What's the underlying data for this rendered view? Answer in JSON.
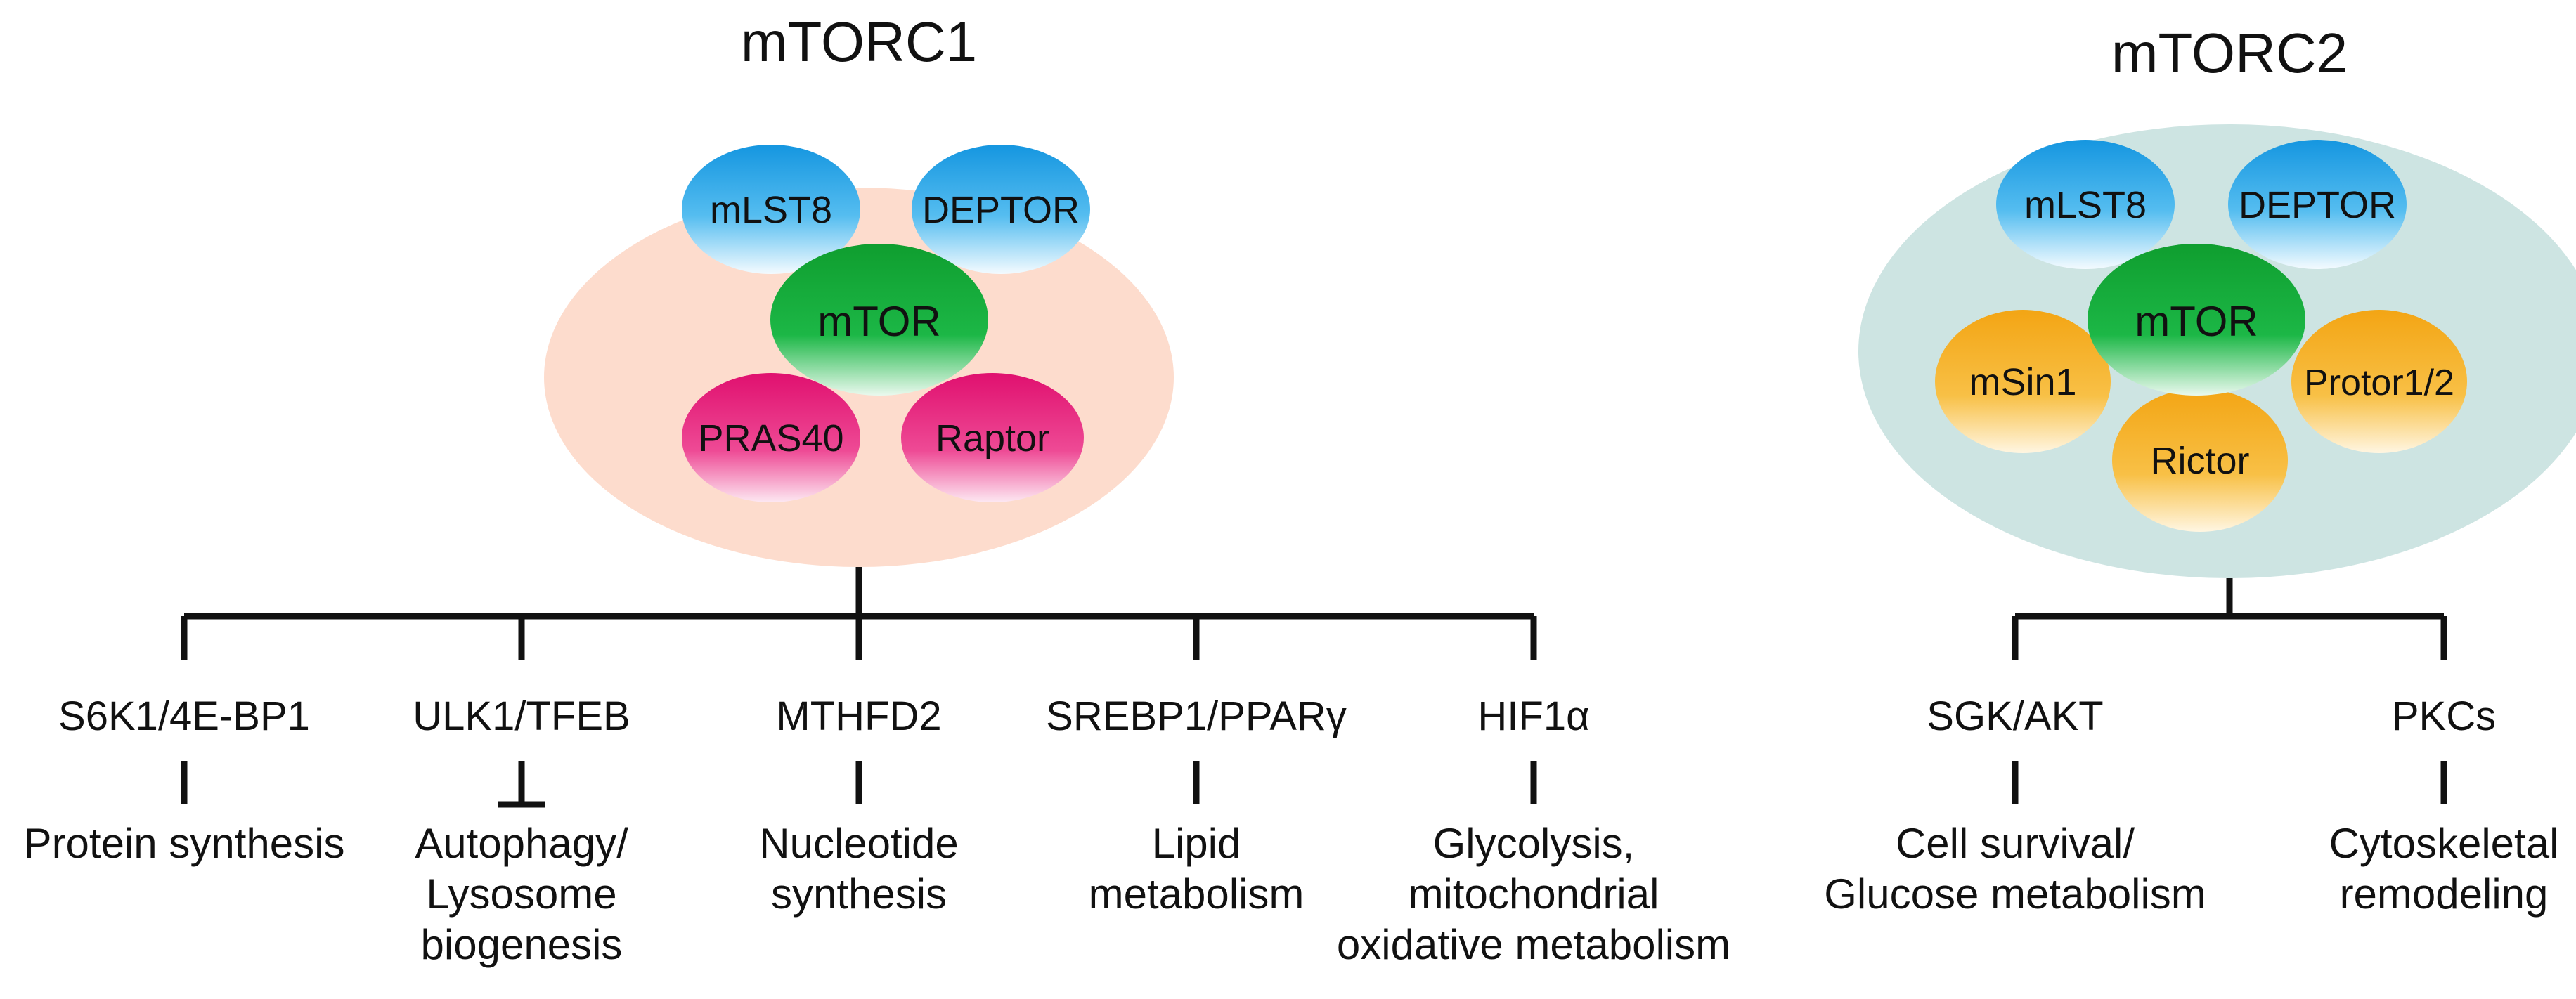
{
  "mtorc1": {
    "title": "mTORC1",
    "components": {
      "mlst8": "mLST8",
      "deptor": "DEPTOR",
      "mtor": "mTOR",
      "pras40": "PRAS40",
      "raptor": "Raptor"
    },
    "branches": [
      {
        "target": "S6K1/4E-BP1",
        "outcome": [
          "Protein synthesis"
        ],
        "relation": "activation"
      },
      {
        "target": "ULK1/TFEB",
        "outcome": [
          "Autophagy/",
          "Lysosome",
          "biogenesis"
        ],
        "relation": "inhibition"
      },
      {
        "target": "MTHFD2",
        "outcome": [
          "Nucleotide",
          "synthesis"
        ],
        "relation": "activation"
      },
      {
        "target": "SREBP1/PPARγ",
        "outcome": [
          "Lipid",
          "metabolism"
        ],
        "relation": "activation"
      },
      {
        "target": "HIF1α",
        "outcome": [
          "Glycolysis,",
          "mitochondrial",
          "oxidative metabolism"
        ],
        "relation": "activation"
      }
    ]
  },
  "mtorc2": {
    "title": "mTORC2",
    "components": {
      "mlst8": "mLST8",
      "deptor": "DEPTOR",
      "mtor": "mTOR",
      "msin1": "mSin1",
      "protor": "Protor1/2",
      "rictor": "Rictor"
    },
    "branches": [
      {
        "target": "SGK/AKT",
        "outcome": [
          "Cell survival/",
          "Glucose metabolism"
        ],
        "relation": "activation"
      },
      {
        "target": "PKCs",
        "outcome": [
          "Cytoskeletal",
          "remodeling"
        ],
        "relation": "activation"
      }
    ]
  },
  "colors": {
    "mtorc1_background": "#fddccd",
    "mtorc2_background": "#cde4e2",
    "mtor_green": "#13a838",
    "blue_protein": "#1aa0e6",
    "pink_protein": "#e8177a",
    "orange_protein": "#f5ae1e",
    "line": "#111111"
  }
}
